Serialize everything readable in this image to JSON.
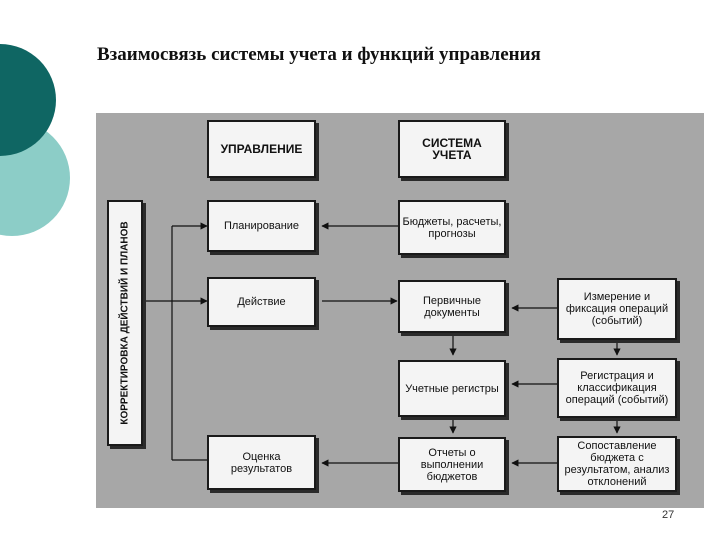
{
  "slide": {
    "title": "Взаимосвязь системы учета и функций управления",
    "page_number": "27"
  },
  "diagram": {
    "header_left": "УПРАВЛЕНИЕ",
    "header_right": "СИСТЕМА УЧЕТА",
    "vertical_label": "КОРРЕКТИРОВКА ДЕЙСТВИЙ И ПЛАНОВ",
    "management": [
      "Планирование",
      "Действие",
      "Оценка результатов"
    ],
    "accounting": [
      "Бюджеты, расчеты, прогнозы",
      "Первичные документы",
      "Учетные регистры",
      "Отчеты о выполнении бюджетов"
    ],
    "operations": [
      "Измерение и фиксация операций (событий)",
      "Регистрация и классификация операций (событий)",
      "Сопоставление бюджета с результатом, анализ отклонений"
    ]
  },
  "colors": {
    "panel": "#a7a7a7",
    "deco_dark": "#0f6663",
    "deco_light": "#8ccdc7"
  }
}
